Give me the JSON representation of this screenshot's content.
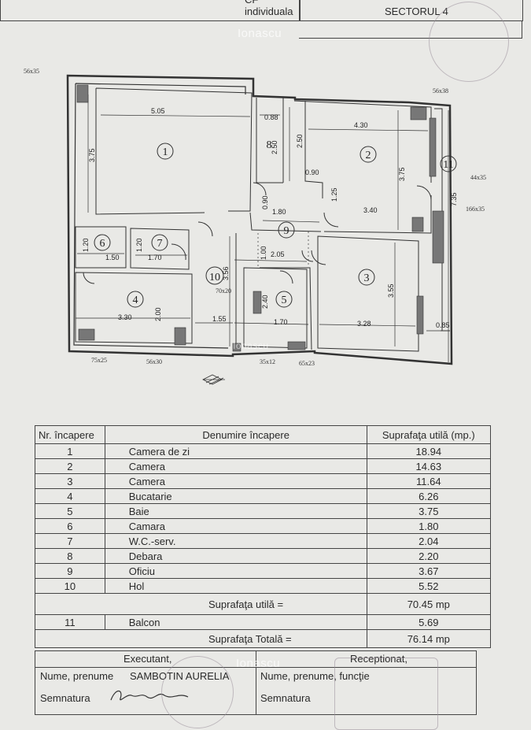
{
  "header": {
    "left_text": "CF individuala",
    "right_text": "SECTORUL 4"
  },
  "watermark": "Ionascu",
  "plan": {
    "dims": {
      "d_505": "5.05",
      "d_375a": "3.75",
      "d_088": "0.88",
      "d_250a": "2.50",
      "d_250b": "2.50",
      "d_430": "4.30",
      "d_375b": "3.75",
      "d_090a": "0.90",
      "d_090b": "0.90",
      "d_125": "1.25",
      "d_180": "1.80",
      "d_340": "3.40",
      "d_735": "7.35",
      "d_120a": "1.20",
      "d_150": "1.50",
      "d_120b": "1.20",
      "d_170a": "1.70",
      "d_100": "1.00",
      "d_205": "2.05",
      "d_356": "3.56",
      "d_355": "3.55",
      "d_200": "2.00",
      "d_330": "3.30",
      "d_240": "2.40",
      "d_155": "1.55",
      "d_170b": "1.70",
      "d_328": "3.28",
      "d_085": "0.85"
    },
    "notes": {
      "n_5635": "56x35",
      "n_5638": "56x38",
      "n_4435": "44x35",
      "n_16635": "166x35",
      "n_7020": "70x20",
      "n_7525": "75x25",
      "n_5630": "56x30",
      "n_3512": "35x12",
      "n_6523": "65x23"
    },
    "room_numbers": [
      "1",
      "2",
      "3",
      "4",
      "5",
      "6",
      "7",
      "8",
      "9",
      "10",
      "11"
    ]
  },
  "table": {
    "headers": {
      "nr": "Nr. încapere",
      "name": "Denumire încapere",
      "area": "Suprafaţa utilă (mp.)"
    },
    "rows": [
      {
        "nr": "1",
        "name": "Camera de zi",
        "area": "18.94"
      },
      {
        "nr": "2",
        "name": "Camera",
        "area": "14.63"
      },
      {
        "nr": "3",
        "name": "Camera",
        "area": "11.64"
      },
      {
        "nr": "4",
        "name": "Bucatarie",
        "area": "6.26"
      },
      {
        "nr": "5",
        "name": "Baie",
        "area": "3.75"
      },
      {
        "nr": "6",
        "name": "Camara",
        "area": "1.80"
      },
      {
        "nr": "7",
        "name": "W.C.-serv.",
        "area": "2.04"
      },
      {
        "nr": "8",
        "name": "Debara",
        "area": "2.20"
      },
      {
        "nr": "9",
        "name": "Oficiu",
        "area": "3.67"
      },
      {
        "nr": "10",
        "name": "Hol",
        "area": "5.52"
      }
    ],
    "util_label": "Suprafaţa utilă  =",
    "util_value": "70.45 mp",
    "balcony": {
      "nr": "11",
      "name": "Balcon",
      "area": "5.69"
    },
    "total_label": "Suprafaţa Totală  =",
    "total_value": "76.14 mp"
  },
  "signatures": {
    "executant": "Executant,",
    "receptionat": "Receptionat,",
    "name_label": "Nume, prenume",
    "name_value": "SAMBOTIN  AURELIA",
    "name_function_label": "Nume, prenume, funcţie",
    "semnatura_left": "Semnatura",
    "semnatura_right": "Semnatura"
  }
}
